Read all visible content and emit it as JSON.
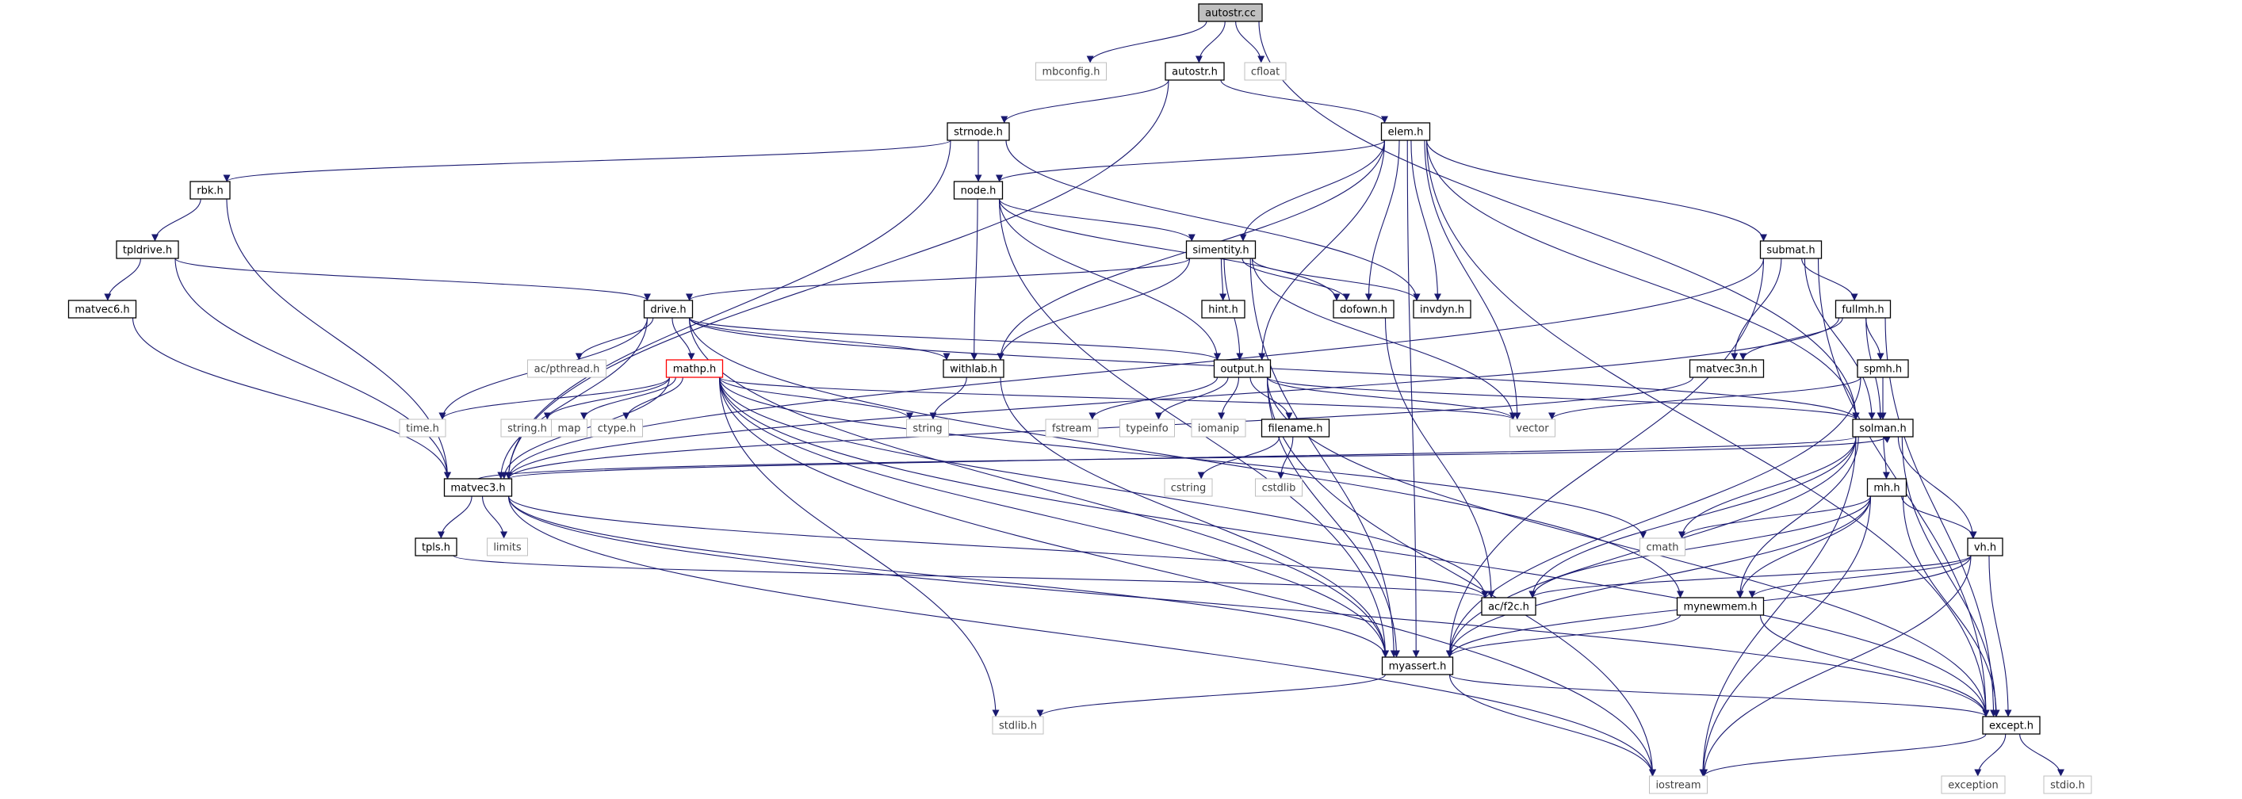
{
  "title": "autostr.cc",
  "colors": {
    "edge": "#191970",
    "node_border": "#000000",
    "external_border": "#bfbfbf",
    "root_fill": "#bfbfbf",
    "error_border": "#ff0000",
    "text": "#000000",
    "external_text": "#404040"
  },
  "nodes": [
    {
      "id": "autostr_cc",
      "label": "autostr.cc",
      "kind": "root"
    },
    {
      "id": "mbconfig_h",
      "label": "mbconfig.h",
      "kind": "external"
    },
    {
      "id": "autostr_h",
      "label": "autostr.h",
      "kind": "normal"
    },
    {
      "id": "cfloat",
      "label": "cfloat",
      "kind": "external"
    },
    {
      "id": "strnode_h",
      "label": "strnode.h",
      "kind": "normal"
    },
    {
      "id": "elem_h",
      "label": "elem.h",
      "kind": "normal"
    },
    {
      "id": "rbk_h",
      "label": "rbk.h",
      "kind": "normal"
    },
    {
      "id": "node_h",
      "label": "node.h",
      "kind": "normal"
    },
    {
      "id": "tpldrive_h",
      "label": "tpldrive.h",
      "kind": "normal"
    },
    {
      "id": "simentity_h",
      "label": "simentity.h",
      "kind": "normal"
    },
    {
      "id": "submat_h",
      "label": "submat.h",
      "kind": "normal"
    },
    {
      "id": "matvec6_h",
      "label": "matvec6.h",
      "kind": "normal"
    },
    {
      "id": "drive_h",
      "label": "drive.h",
      "kind": "normal"
    },
    {
      "id": "hint_h",
      "label": "hint.h",
      "kind": "normal"
    },
    {
      "id": "dofown_h",
      "label": "dofown.h",
      "kind": "normal"
    },
    {
      "id": "invdyn_h",
      "label": "invdyn.h",
      "kind": "normal"
    },
    {
      "id": "fullmh_h",
      "label": "fullmh.h",
      "kind": "normal"
    },
    {
      "id": "ac_pthread_h",
      "label": "ac/pthread.h",
      "kind": "external"
    },
    {
      "id": "mathp_h",
      "label": "mathp.h",
      "kind": "error"
    },
    {
      "id": "withlab_h",
      "label": "withlab.h",
      "kind": "normal"
    },
    {
      "id": "output_h",
      "label": "output.h",
      "kind": "normal"
    },
    {
      "id": "matvec3n_h",
      "label": "matvec3n.h",
      "kind": "normal"
    },
    {
      "id": "spmh_h",
      "label": "spmh.h",
      "kind": "normal"
    },
    {
      "id": "time_h",
      "label": "time.h",
      "kind": "external"
    },
    {
      "id": "string_h",
      "label": "string.h",
      "kind": "external"
    },
    {
      "id": "map",
      "label": "map",
      "kind": "external"
    },
    {
      "id": "ctype_h",
      "label": "ctype.h",
      "kind": "external"
    },
    {
      "id": "string",
      "label": "string",
      "kind": "external"
    },
    {
      "id": "fstream",
      "label": "fstream",
      "kind": "external"
    },
    {
      "id": "typeinfo",
      "label": "typeinfo",
      "kind": "external"
    },
    {
      "id": "iomanip",
      "label": "iomanip",
      "kind": "external"
    },
    {
      "id": "filename_h",
      "label": "filename.h",
      "kind": "normal"
    },
    {
      "id": "vector",
      "label": "vector",
      "kind": "external"
    },
    {
      "id": "solman_h",
      "label": "solman.h",
      "kind": "normal"
    },
    {
      "id": "cstring",
      "label": "cstring",
      "kind": "external"
    },
    {
      "id": "cstdlib",
      "label": "cstdlib",
      "kind": "external"
    },
    {
      "id": "matvec3_h",
      "label": "matvec3.h",
      "kind": "normal"
    },
    {
      "id": "mh_h",
      "label": "mh.h",
      "kind": "normal"
    },
    {
      "id": "tpls_h",
      "label": "tpls.h",
      "kind": "normal"
    },
    {
      "id": "limits",
      "label": "limits",
      "kind": "external"
    },
    {
      "id": "cmath",
      "label": "cmath",
      "kind": "external"
    },
    {
      "id": "vh_h",
      "label": "vh.h",
      "kind": "normal"
    },
    {
      "id": "ac_f2c_h",
      "label": "ac/f2c.h",
      "kind": "normal"
    },
    {
      "id": "mynewmem_h",
      "label": "mynewmem.h",
      "kind": "normal"
    },
    {
      "id": "myassert_h",
      "label": "myassert.h",
      "kind": "normal"
    },
    {
      "id": "stdlib_h",
      "label": "stdlib.h",
      "kind": "external"
    },
    {
      "id": "except_h",
      "label": "except.h",
      "kind": "normal"
    },
    {
      "id": "iostream",
      "label": "iostream",
      "kind": "external"
    },
    {
      "id": "exception",
      "label": "exception",
      "kind": "external"
    },
    {
      "id": "stdio_h",
      "label": "stdio.h",
      "kind": "external"
    }
  ],
  "edges": [
    [
      "autostr_cc",
      "mbconfig_h"
    ],
    [
      "autostr_cc",
      "autostr_h"
    ],
    [
      "autostr_cc",
      "cfloat"
    ],
    [
      "autostr_cc",
      "solman_h"
    ],
    [
      "autostr_h",
      "strnode_h"
    ],
    [
      "autostr_h",
      "elem_h"
    ],
    [
      "autostr_h",
      "matvec3_h"
    ],
    [
      "strnode_h",
      "rbk_h"
    ],
    [
      "strnode_h",
      "node_h"
    ],
    [
      "strnode_h",
      "matvec3_h"
    ],
    [
      "strnode_h",
      "invdyn_h"
    ],
    [
      "elem_h",
      "node_h"
    ],
    [
      "elem_h",
      "simentity_h"
    ],
    [
      "elem_h",
      "withlab_h"
    ],
    [
      "elem_h",
      "dofown_h"
    ],
    [
      "elem_h",
      "invdyn_h"
    ],
    [
      "elem_h",
      "output_h"
    ],
    [
      "elem_h",
      "vector"
    ],
    [
      "elem_h",
      "submat_h"
    ],
    [
      "elem_h",
      "solman_h"
    ],
    [
      "elem_h",
      "myassert_h"
    ],
    [
      "elem_h",
      "except_h"
    ],
    [
      "rbk_h",
      "tpldrive_h"
    ],
    [
      "rbk_h",
      "matvec3_h"
    ],
    [
      "node_h",
      "simentity_h"
    ],
    [
      "node_h",
      "withlab_h"
    ],
    [
      "node_h",
      "dofown_h"
    ],
    [
      "node_h",
      "output_h"
    ],
    [
      "node_h",
      "myassert_h"
    ],
    [
      "tpldrive_h",
      "matvec6_h"
    ],
    [
      "tpldrive_h",
      "drive_h"
    ],
    [
      "tpldrive_h",
      "matvec3_h"
    ],
    [
      "matvec6_h",
      "matvec3_h"
    ],
    [
      "simentity_h",
      "drive_h"
    ],
    [
      "simentity_h",
      "hint_h"
    ],
    [
      "simentity_h",
      "dofown_h"
    ],
    [
      "simentity_h",
      "invdyn_h"
    ],
    [
      "simentity_h",
      "withlab_h"
    ],
    [
      "simentity_h",
      "output_h"
    ],
    [
      "simentity_h",
      "vector"
    ],
    [
      "simentity_h",
      "myassert_h"
    ],
    [
      "submat_h",
      "fullmh_h"
    ],
    [
      "submat_h",
      "matvec3n_h"
    ],
    [
      "submat_h",
      "solman_h"
    ],
    [
      "submat_h",
      "matvec3_h"
    ],
    [
      "submat_h",
      "myassert_h"
    ],
    [
      "submat_h",
      "except_h"
    ],
    [
      "drive_h",
      "ac_pthread_h"
    ],
    [
      "drive_h",
      "mathp_h"
    ],
    [
      "drive_h",
      "withlab_h"
    ],
    [
      "drive_h",
      "output_h"
    ],
    [
      "drive_h",
      "time_h"
    ],
    [
      "drive_h",
      "solman_h"
    ],
    [
      "drive_h",
      "matvec3_h"
    ],
    [
      "drive_h",
      "mynewmem_h"
    ],
    [
      "drive_h",
      "myassert_h"
    ],
    [
      "dofown_h",
      "ac_f2c_h"
    ],
    [
      "fullmh_h",
      "matvec3n_h"
    ],
    [
      "fullmh_h",
      "spmh_h"
    ],
    [
      "fullmh_h",
      "solman_h"
    ],
    [
      "fullmh_h",
      "matvec3_h"
    ],
    [
      "fullmh_h",
      "except_h"
    ],
    [
      "mathp_h",
      "time_h"
    ],
    [
      "mathp_h",
      "string_h"
    ],
    [
      "mathp_h",
      "map"
    ],
    [
      "mathp_h",
      "ctype_h"
    ],
    [
      "mathp_h",
      "string"
    ],
    [
      "mathp_h",
      "vector"
    ],
    [
      "mathp_h",
      "matvec3_h"
    ],
    [
      "mathp_h",
      "cmath"
    ],
    [
      "mathp_h",
      "ac_f2c_h"
    ],
    [
      "mathp_h",
      "myassert_h"
    ],
    [
      "mathp_h",
      "stdlib_h"
    ],
    [
      "mathp_h",
      "except_h"
    ],
    [
      "mathp_h",
      "iostream"
    ],
    [
      "withlab_h",
      "string"
    ],
    [
      "withlab_h",
      "myassert_h"
    ],
    [
      "output_h",
      "fstream"
    ],
    [
      "output_h",
      "typeinfo"
    ],
    [
      "output_h",
      "iomanip"
    ],
    [
      "output_h",
      "filename_h"
    ],
    [
      "output_h",
      "vector"
    ],
    [
      "output_h",
      "solman_h"
    ],
    [
      "output_h",
      "myassert_h"
    ],
    [
      "output_h",
      "except_h"
    ],
    [
      "output_h",
      "iostream"
    ],
    [
      "matvec3n_h",
      "matvec3_h"
    ],
    [
      "spmh_h",
      "solman_h"
    ],
    [
      "spmh_h",
      "vector"
    ],
    [
      "spmh_h",
      "myassert_h"
    ],
    [
      "filename_h",
      "cstring"
    ],
    [
      "filename_h",
      "cstdlib"
    ],
    [
      "solman_h",
      "matvec3_h"
    ],
    [
      "solman_h",
      "mh_h"
    ],
    [
      "solman_h",
      "vh_h"
    ],
    [
      "solman_h",
      "cmath"
    ],
    [
      "solman_h",
      "ac_f2c_h"
    ],
    [
      "solman_h",
      "mynewmem_h"
    ],
    [
      "solman_h",
      "myassert_h"
    ],
    [
      "solman_h",
      "except_h"
    ],
    [
      "solman_h",
      "iostream"
    ],
    [
      "matvec3_h",
      "tpls_h"
    ],
    [
      "matvec3_h",
      "limits"
    ],
    [
      "matvec3_h",
      "solman_h"
    ],
    [
      "matvec3_h",
      "ac_f2c_h"
    ],
    [
      "matvec3_h",
      "myassert_h"
    ],
    [
      "matvec3_h",
      "except_h"
    ],
    [
      "matvec3_h",
      "iostream"
    ],
    [
      "mh_h",
      "vh_h"
    ],
    [
      "mh_h",
      "cmath"
    ],
    [
      "mh_h",
      "ac_f2c_h"
    ],
    [
      "mh_h",
      "mynewmem_h"
    ],
    [
      "mh_h",
      "myassert_h"
    ],
    [
      "mh_h",
      "except_h"
    ],
    [
      "mh_h",
      "iostream"
    ],
    [
      "tpls_h",
      "ac_f2c_h"
    ],
    [
      "vh_h",
      "ac_f2c_h"
    ],
    [
      "vh_h",
      "mynewmem_h"
    ],
    [
      "vh_h",
      "myassert_h"
    ],
    [
      "vh_h",
      "except_h"
    ],
    [
      "vh_h",
      "iostream"
    ],
    [
      "mynewmem_h",
      "myassert_h"
    ],
    [
      "mynewmem_h",
      "except_h"
    ],
    [
      "myassert_h",
      "stdlib_h"
    ],
    [
      "myassert_h",
      "except_h"
    ],
    [
      "myassert_h",
      "iostream"
    ],
    [
      "except_h",
      "exception"
    ],
    [
      "except_h",
      "stdio_h"
    ],
    [
      "except_h",
      "iostream"
    ]
  ]
}
